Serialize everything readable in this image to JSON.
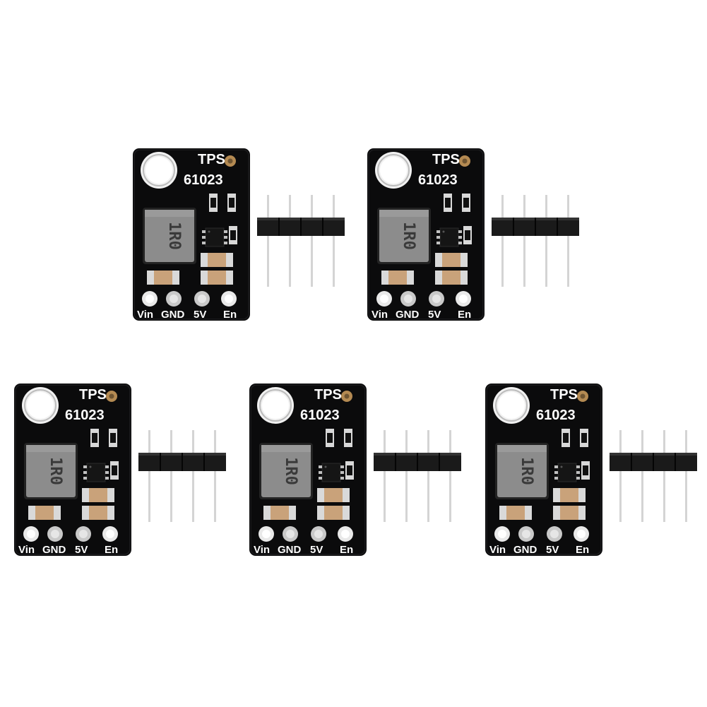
{
  "product": {
    "chip_line1": "TPS",
    "chip_line2": "61023",
    "inductor_marking": "1R0",
    "pins": [
      "Vin",
      "GND",
      "5V",
      "En"
    ],
    "header_pin_count": 4,
    "module_count": 5
  },
  "colors": {
    "background": "#ffffff",
    "pcb": "#0b0b0c",
    "silkscreen": "#ffffff",
    "inductor_body": "#8c8c8c",
    "pad_gold": "#b48a52",
    "pad_silver": "#c9c9c9",
    "header_plastic": "#1a1a1a",
    "header_pin": "#d4d4d4"
  }
}
